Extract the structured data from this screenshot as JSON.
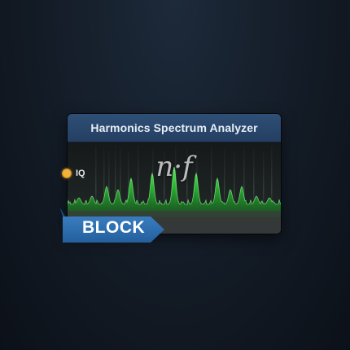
{
  "node": {
    "title": "Harmonics Spectrum Analyzer",
    "glyph": "n·f",
    "input_port": {
      "label": "IQ",
      "color": "#f2b33a"
    },
    "badge": "BLOCK",
    "header_color": "#2f4f76",
    "spectrum_color": "#35d23c"
  }
}
